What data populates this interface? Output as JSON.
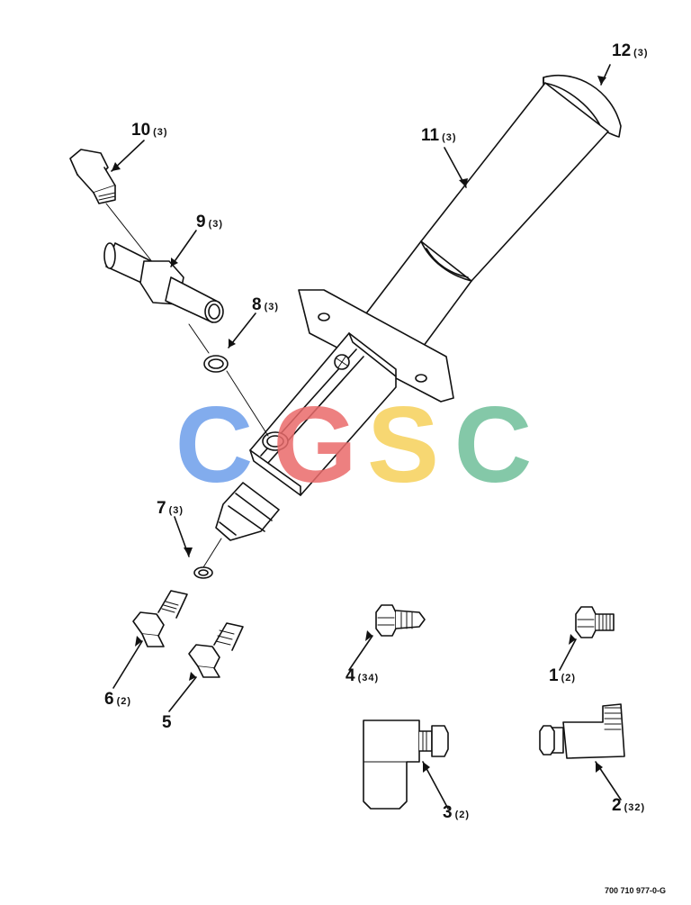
{
  "callouts": [
    {
      "num": "1",
      "qty": "(2)"
    },
    {
      "num": "2",
      "qty": "(32)"
    },
    {
      "num": "3",
      "qty": "(2)"
    },
    {
      "num": "4",
      "qty": "(34)"
    },
    {
      "num": "5",
      "qty": ""
    },
    {
      "num": "6",
      "qty": "(2)"
    },
    {
      "num": "7",
      "qty": "(3)"
    },
    {
      "num": "8",
      "qty": "(3)"
    },
    {
      "num": "9",
      "qty": "(3)"
    },
    {
      "num": "10",
      "qty": "(3)"
    },
    {
      "num": "11",
      "qty": "(3)"
    },
    {
      "num": "12",
      "qty": "(3)"
    }
  ],
  "watermark": {
    "letters": [
      "C",
      "G",
      "S",
      "C"
    ],
    "colors": [
      "#6d9eeb",
      "#ea6b6b",
      "#f6d15a",
      "#6fbf9a"
    ]
  },
  "document_number": "700 710 977-0-G",
  "line_color": "#111111",
  "part_fill": "#ffffff"
}
